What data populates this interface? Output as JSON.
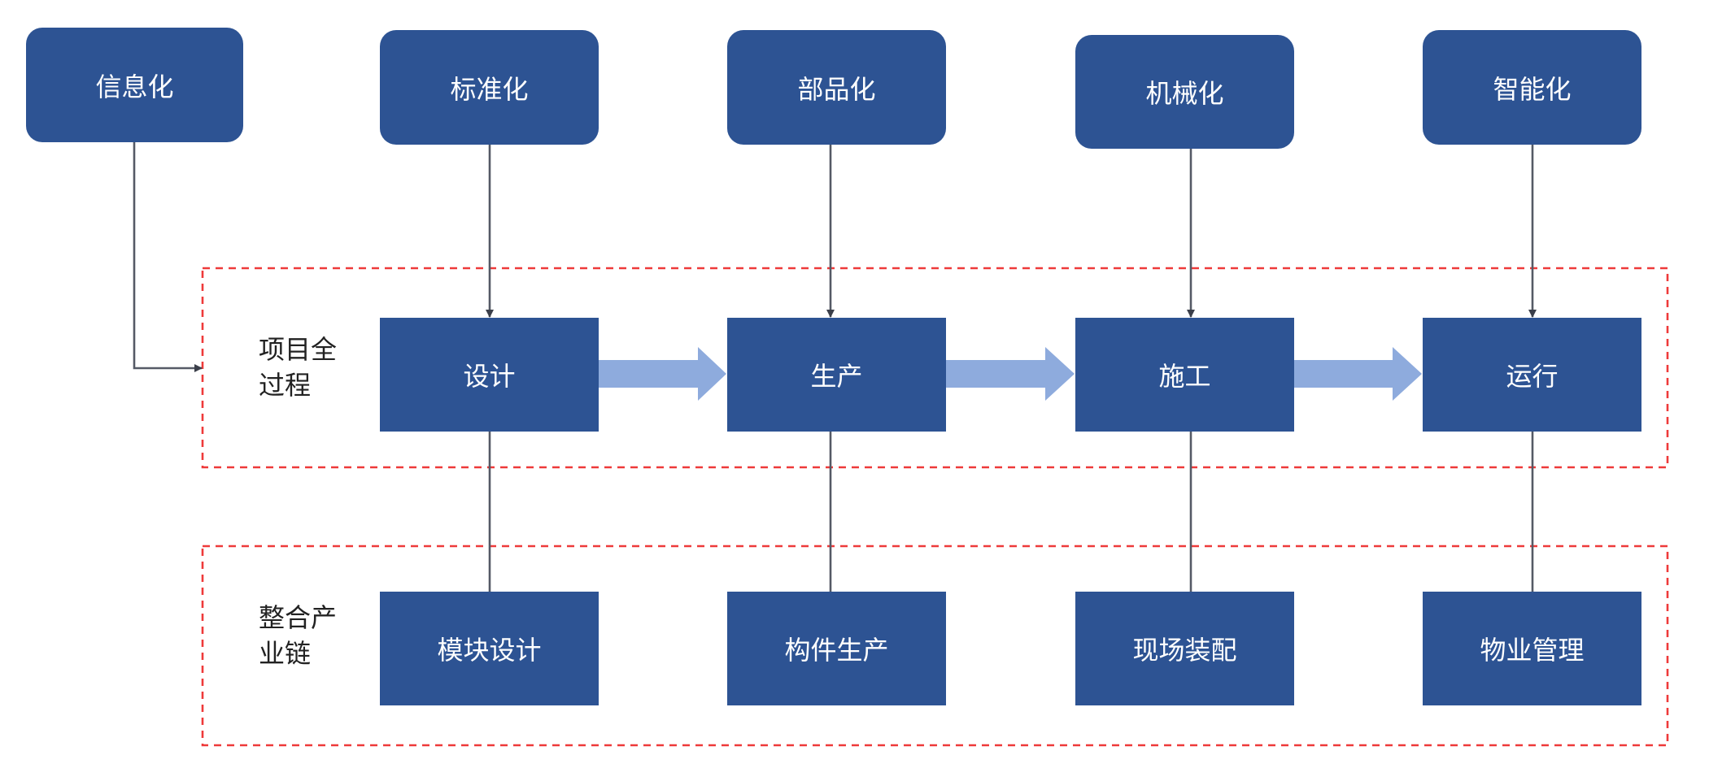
{
  "top_nodes": [
    {
      "label": "信息化"
    },
    {
      "label": "标准化"
    },
    {
      "label": "部品化"
    },
    {
      "label": "机械化"
    },
    {
      "label": "智能化"
    }
  ],
  "lanes": {
    "process": {
      "label": "项目全过程",
      "steps": [
        "设计",
        "生产",
        "施工",
        "运行"
      ]
    },
    "industry": {
      "label": "整合产业链",
      "steps": [
        "模块设计",
        "构件生产",
        "现场装配",
        "物业管理"
      ]
    }
  },
  "colors": {
    "node_fill": "#2d5393",
    "node_text": "#ffffff",
    "flow_arrow": "#8eabdd",
    "connector": "#555a66",
    "dashed_border": "#ee3a3a"
  }
}
